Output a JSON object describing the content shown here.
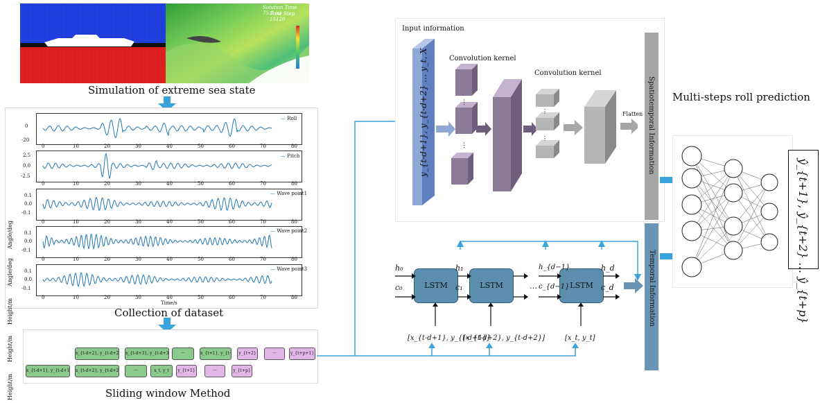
{
  "sim": {
    "caption": "Simulation of extreme sea state",
    "solution_time": "Solution Time 75.6 (s)",
    "time_step": "Time Step 15120"
  },
  "dataset": {
    "caption": "Collection of dataset",
    "xlabel": "Time/s",
    "plots": [
      {
        "ylabel": "Angle/deg",
        "legend": "Roll",
        "yticks": [
          "0",
          "-20"
        ]
      },
      {
        "ylabel": "Angle/deg",
        "legend": "Pitch",
        "yticks": [
          "2.5",
          "0.0",
          "-2.5"
        ]
      },
      {
        "ylabel": "Height/m",
        "legend": "Wave point1",
        "yticks": [
          "0.1",
          "0.0",
          "-0.1"
        ]
      },
      {
        "ylabel": "Height/m",
        "legend": "Wave point2",
        "yticks": [
          "0.1",
          "0.0",
          "-0.1"
        ]
      },
      {
        "ylabel": "Height/m",
        "legend": "Wave point3",
        "yticks": [
          "0.1",
          "0.0",
          "-0.1"
        ]
      }
    ],
    "xticks": [
      "0",
      "10",
      "20",
      "30",
      "40",
      "50",
      "60",
      "70",
      "80"
    ]
  },
  "sliding": {
    "caption": "Sliding window Method",
    "row1_green": [
      "x_{t-d+2}, y_{t-d+2}",
      "x_{t-d+3}, y_{t-d+3}",
      "···",
      "x_{t+1}, y_{t+1}"
    ],
    "row1_pink": [
      "y_{t+2}",
      "···",
      "y_{t+p+1}"
    ],
    "row2_green": [
      "x_{t-d+1}, y_{t-d+1}",
      "x_{t-d+2}, y_{t-d+2}",
      "···",
      "x_t, y_t"
    ],
    "row2_pink": [
      "y_{t+1}",
      "···",
      "y_{t+p}"
    ]
  },
  "cnn": {
    "input_label": "Input information",
    "input_vector": "y_{t-d+1}, y_{t-d+2} … y_t, X",
    "kernel1": "Convolution kernel",
    "kernel2": "Convolution kernel",
    "flatten": "Flatten",
    "spatio": "Spatiotemporal Information"
  },
  "lstm": {
    "cell_label": "LSTM",
    "h0": "h₀",
    "c0": "c₀",
    "h1": "h₁",
    "c1": "c₁",
    "hd1": "h_{d−1}",
    "cd1": "c_{d−1}",
    "hd": "h_d",
    "cd": "c_d",
    "dots": "…",
    "in1": "[x_{t-d+1}, y_{t-d+1}]",
    "in2": "[x_{t-d+2}, y_{t-d+2}]",
    "in3": "[x_t, y_t]",
    "temporal": "Temporal Information"
  },
  "output": {
    "title": "Multi-steps roll prediction",
    "prediction": "ŷ_{t+1}, ŷ_{t+2} … ŷ_{t+p}"
  },
  "colors": {
    "arrow_blue": "#3aa3dc",
    "lstm_fill": "#5b8fad",
    "cnn_input": "#8fa8d6",
    "cnn_purple": "#8c7a99",
    "gray": "#a6a6a6",
    "temporal_bar": "#6a94b3"
  }
}
